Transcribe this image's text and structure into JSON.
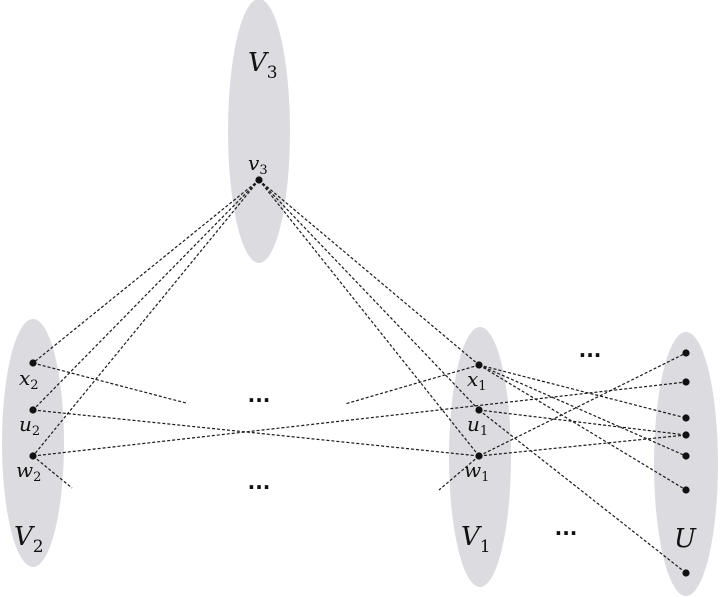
{
  "sets": [
    {
      "id": "V3",
      "label": "V",
      "sub": "3"
    },
    {
      "id": "V2",
      "label": "V",
      "sub": "2"
    },
    {
      "id": "V1",
      "label": "V",
      "sub": "1"
    },
    {
      "id": "U",
      "label": "U",
      "sub": ""
    }
  ],
  "vertices": [
    {
      "id": "v3",
      "label": "v",
      "sub": "3"
    },
    {
      "id": "x2",
      "label": "x",
      "sub": "2"
    },
    {
      "id": "u2",
      "label": "u",
      "sub": "2"
    },
    {
      "id": "w2",
      "label": "w",
      "sub": "2"
    },
    {
      "id": "x1",
      "label": "x",
      "sub": "1"
    },
    {
      "id": "u1",
      "label": "u",
      "sub": "1"
    },
    {
      "id": "w1",
      "label": "w",
      "sub": "1"
    },
    {
      "id": "U1",
      "label": "",
      "sub": ""
    },
    {
      "id": "U2",
      "label": "",
      "sub": ""
    },
    {
      "id": "U3",
      "label": "",
      "sub": ""
    },
    {
      "id": "U4",
      "label": "",
      "sub": ""
    },
    {
      "id": "U5",
      "label": "",
      "sub": ""
    },
    {
      "id": "U6",
      "label": "",
      "sub": ""
    },
    {
      "id": "U7",
      "label": "",
      "sub": ""
    }
  ],
  "edges": [
    [
      "v3",
      "x2"
    ],
    [
      "v3",
      "u2"
    ],
    [
      "v3",
      "w2"
    ],
    [
      "v3",
      "x1"
    ],
    [
      "v3",
      "u1"
    ],
    [
      "v3",
      "w1"
    ],
    [
      "x1",
      "U3"
    ],
    [
      "x1",
      "U5"
    ],
    [
      "x1",
      "U6"
    ],
    [
      "u1",
      "U4"
    ],
    [
      "u1",
      "U7"
    ],
    [
      "w1",
      "U1"
    ],
    [
      "w1",
      "U4"
    ],
    [
      "u2",
      "w1"
    ],
    [
      "w2",
      "U2"
    ]
  ],
  "dots_text": "···",
  "colors": {
    "set_fill": "#dcdbe0",
    "edge": "#1a1a1a",
    "vertex": "#111111"
  }
}
